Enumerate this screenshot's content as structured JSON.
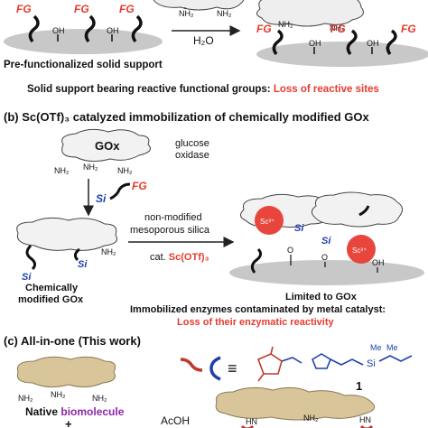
{
  "panel_a": {
    "fg_label": "FG",
    "oh_label": "OH",
    "nh2_label": "NH₂",
    "water_label": "H₂O",
    "support_caption": "Pre-functionalized solid support",
    "summary_prefix": "Solid support bearing reactive functional groups: ",
    "summary_highlight": "Loss of reactive sites"
  },
  "panel_b": {
    "heading": "(b) Sc(OTf)₃ catalyzed immobilization of chemically modified GOx",
    "gox_label": "GOx",
    "glucose_line1": "glucose",
    "glucose_line2": "oxidase",
    "si_label": "Si",
    "fg_label": "FG",
    "nh2_label": "NH₂",
    "oh_label": "OH",
    "o_label": "O",
    "sc_label": "Sc³⁺",
    "silica_line1": "non-modified",
    "silica_line2": "mesoporous silica",
    "catalyst_prefix": "cat. ",
    "catalyst_highlight": "Sc(OTf)₃",
    "modified_line1": "Chemically",
    "modified_line2": "modified GOx",
    "limited_label": "Limited to GOx",
    "contamination_line": "Immobilized enzymes contaminated by metal catalyst:",
    "loss_line": "Loss of their enzymatic reactivity"
  },
  "panel_c": {
    "heading": "(c) All-in-one (This work)",
    "equiv_symbol": "≡",
    "reagent_number": "1",
    "me_label_1": "Me",
    "me_label_2": "Me",
    "si_label": "Si",
    "nh2_label": "NH₂",
    "hn_label": "HN",
    "native_prefix": "Native ",
    "native_highlight": "biomolecule",
    "plus_sign": "+",
    "acoh_label": "AcOH"
  },
  "colors": {
    "fg_red": "#e63a2e",
    "si_blue": "#1e3fae",
    "support_gray": "#c8c8c8",
    "enzyme_fill": "#f2f2f2",
    "native_fill": "#d8c59a",
    "sc_ball": "#e8463c",
    "highlight_purple": "#8e24aa"
  }
}
